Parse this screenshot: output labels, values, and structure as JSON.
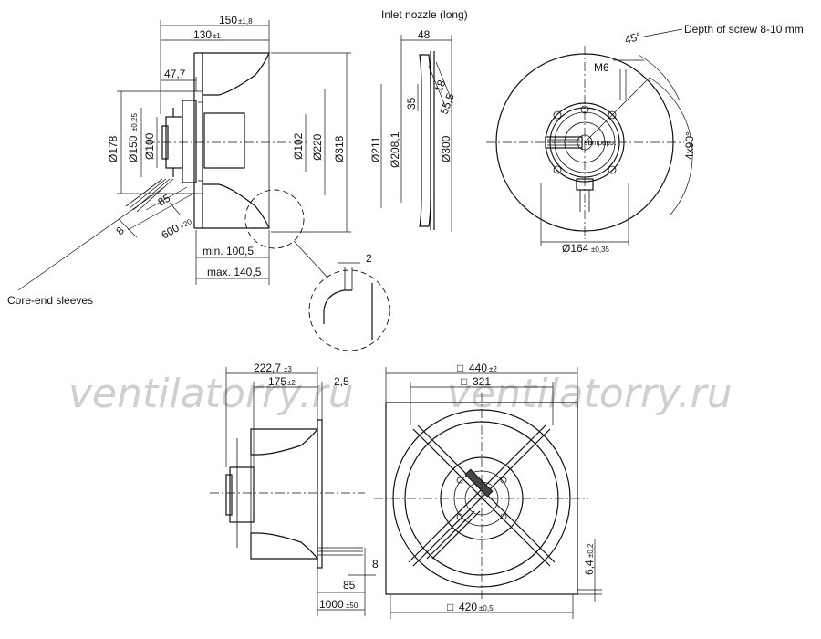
{
  "labels": {
    "inlet_nozzle": "Inlet nozzle (long)",
    "core_end_sleeves": "Core-end sleeves",
    "depth_of_screw": "Depth of screw 8-10 mm"
  },
  "side_view": {
    "d150": "150",
    "d150_tol": "±1,8",
    "d130": "130",
    "d130_tol": "±1",
    "d47_7": "47,7",
    "d178": "Ø178",
    "d150dia": "Ø150",
    "d150dia_tol": "±0,25",
    "d100": "Ø100",
    "d102": "Ø102",
    "d220": "Ø220",
    "d318": "Ø318",
    "d85": "85",
    "d8": "8",
    "d600": "600",
    "d600_tol": "+20",
    "min": "min. 100,5",
    "max": "max. 140,5",
    "detail_2": "2"
  },
  "nozzle_view": {
    "d48": "48",
    "d18": "18",
    "d35": "35",
    "d55_5": "55,5",
    "d211": "Ø211",
    "d208_1": "Ø208,1",
    "d300": "Ø300"
  },
  "front_view": {
    "angle45": "45°",
    "m6": "M6",
    "angle4x90": "4x90°",
    "d164": "Ø164",
    "d164_tol": "±0,35",
    "brand": "ebmpapst"
  },
  "bottom_side_view": {
    "d222_7": "222,7",
    "d222_7_tol": "±3",
    "d175": "175",
    "d175_tol": "±2",
    "d2_5": "2,5",
    "d85": "85",
    "d8": "8",
    "d1000": "1000",
    "d1000_tol": "±50"
  },
  "square_view": {
    "d440": "440",
    "d440_tol": "±2",
    "d321": "321",
    "d420": "420",
    "d420_tol": "±0,5",
    "d6_4": "6,4",
    "d6_4_tol": "±0,2",
    "square_symbol": "□"
  },
  "watermark": {
    "left": "ventilatorry.ru",
    "right": "ventilatorry.ru"
  }
}
